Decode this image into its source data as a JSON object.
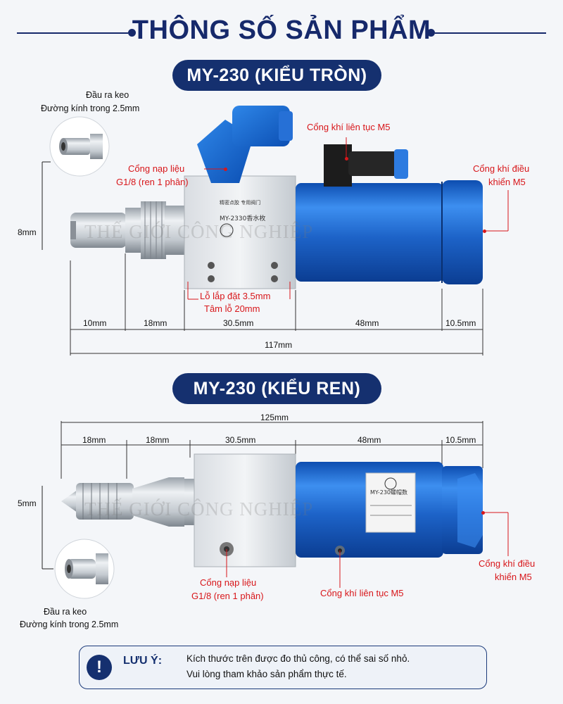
{
  "title": "THÔNG SỐ SẢN PHẨM",
  "section1": {
    "heading": "MY-230  (KIỂU TRÒN)",
    "nozzle_label_line1": "Đầu ra keo",
    "nozzle_label_line2": "Đường kính trong 2.5mm",
    "diameter": "8mm",
    "feed_port_line1": "Cổng nạp liệu",
    "feed_port_line2": "G1/8 (ren 1 phân)",
    "air_continuous": "Cổng khí liên tục M5",
    "control_air_line1": "Cổng khí điều",
    "control_air_line2": "khiển M5",
    "mount_hole_line1": "Lỗ lắp đặt 3.5mm",
    "mount_hole_line2": "Tâm lỗ 20mm",
    "body_text_1": "MY-2330香水枚",
    "dims": [
      "10mm",
      "18mm",
      "30.5mm",
      "48mm",
      "10.5mm"
    ],
    "total": "117mm"
  },
  "section2": {
    "heading": "MY-230  (KIỂU REN)",
    "total": "125mm",
    "dims": [
      "18mm",
      "18mm",
      "30.5mm",
      "48mm",
      "10.5mm"
    ],
    "diameter": "5mm",
    "nozzle_label_line1": "Đầu ra keo",
    "nozzle_label_line2": "Đường kính trong 2.5mm",
    "feed_port_line1": "Cổng nạp liệu",
    "feed_port_line2": "G1/8 (ren 1 phân)",
    "air_continuous": "Cổng khí liên tục M5",
    "control_air_line1": "Cổng khí điều",
    "control_air_line2": "khiển M5",
    "body_text_1": "MY-230螺帽数"
  },
  "watermark": "THẾ GIỚI CÔNG NGHIỆP",
  "note": {
    "icon": "exclamation-icon",
    "title": "LƯU Ý:",
    "line1": "Kích thước trên được đo thủ công, có thể sai số nhỏ.",
    "line2": "Vui lòng tham khảo sản phẩm thực tế."
  },
  "colors": {
    "navy": "#15306f",
    "accent_red": "#d8161a",
    "cylinder_blue": "#1f6fd1",
    "steel": "#c9ced4"
  }
}
